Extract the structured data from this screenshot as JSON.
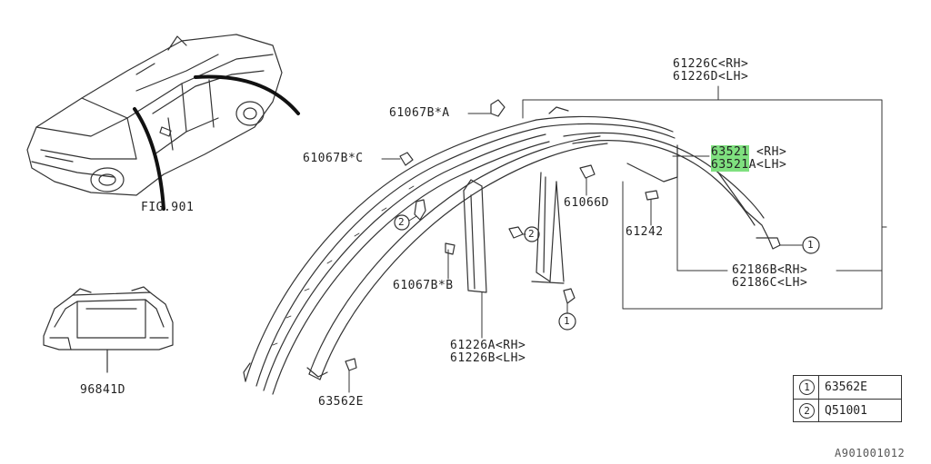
{
  "labels": {
    "fig_ref": "FIG.901",
    "part_96841d": "96841D",
    "part_61067b_a": "61067B*A",
    "part_61067b_c": "61067B*C",
    "part_61067b_b": "61067B*B",
    "part_61226a": "61226A<RH>",
    "part_61226b": "61226B<LH>",
    "part_61226c": "61226C<RH>",
    "part_61226d": "61226D<LH>",
    "part_63521_code": "63521",
    "part_63521_rh_suffix": " <RH>",
    "part_63521a_code": "63521",
    "part_63521a_lh_suffix": "A<LH>",
    "part_61066d": "61066D",
    "part_61242": "61242",
    "part_62186b": "62186B<RH>",
    "part_62186c": "62186C<LH>",
    "part_63562e": "63562E",
    "callout_1": "1",
    "callout_2": "2",
    "drawing_id": "A901001012"
  },
  "legend": {
    "row1": {
      "key": "1",
      "code": "63562E"
    },
    "row2": {
      "key": "2",
      "code": "Q51001"
    }
  },
  "colors": {
    "line": "#333333",
    "highlight": "#7fe07f"
  }
}
